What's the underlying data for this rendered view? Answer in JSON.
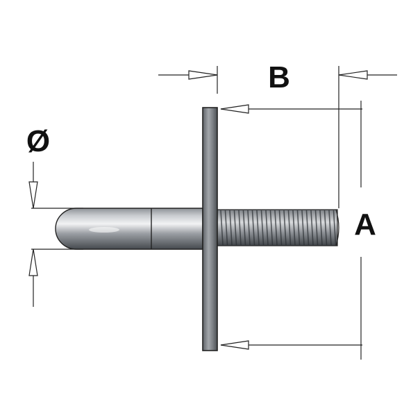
{
  "diagram": {
    "labels": {
      "diameter": "Ø",
      "width": "B",
      "height": "A"
    },
    "colors": {
      "line": "#222222",
      "steel_dark": "#555a60",
      "steel_light": "#e6e8ea",
      "background": "#ffffff"
    }
  }
}
